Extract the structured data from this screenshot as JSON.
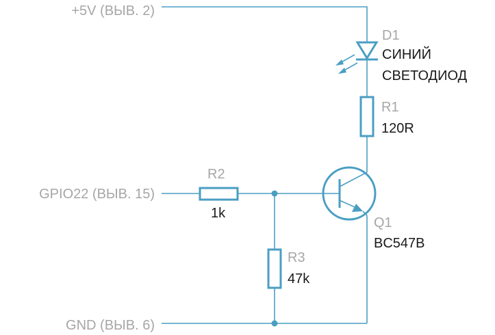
{
  "nets": {
    "vcc": "+5V (ВЫВ. 2)",
    "gpio": "GPIO22 (ВЫВ. 15)",
    "gnd": "GND (ВЫВ. 6)"
  },
  "components": {
    "d1": {
      "ref": "D1",
      "value_line1": "СИНИЙ",
      "value_line2": "СВЕТОДИОД"
    },
    "r1": {
      "ref": "R1",
      "value": "120R"
    },
    "r2": {
      "ref": "R2",
      "value": "1k"
    },
    "r3": {
      "ref": "R3",
      "value": "47k"
    },
    "q1": {
      "ref": "Q1",
      "value": "BC547B"
    }
  },
  "colors": {
    "wire": "#4a9ec2",
    "net_label": "#a6a6a6",
    "value_text": "#1a1a1a"
  }
}
